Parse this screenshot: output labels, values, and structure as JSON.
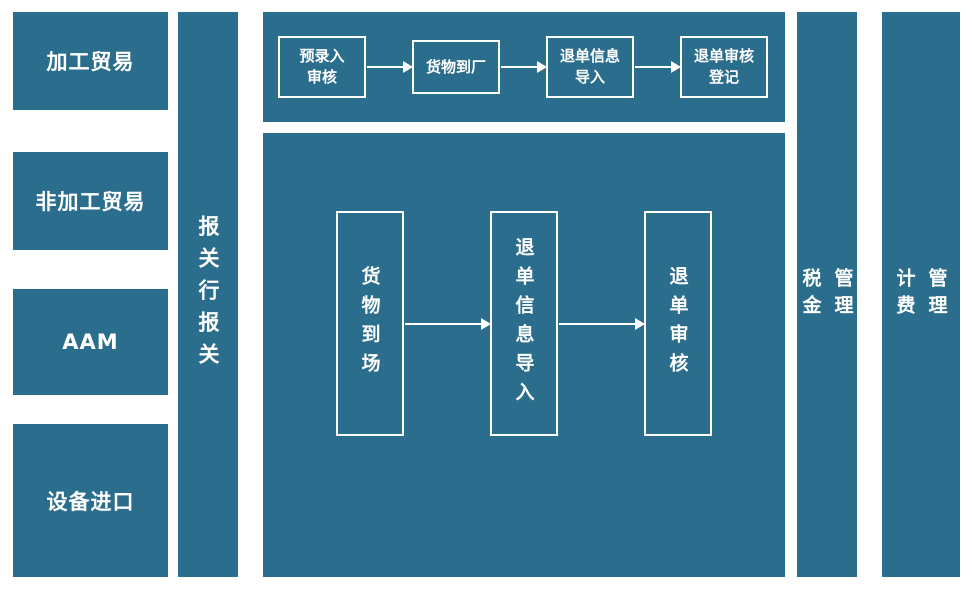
{
  "colors": {
    "panel": "#2b6d8c",
    "text": "#ffffff",
    "background": "#ffffff"
  },
  "sidebar": {
    "items": [
      {
        "label": "加工贸易"
      },
      {
        "label": "非加工贸易"
      },
      {
        "label": "AAM"
      },
      {
        "label": "设备进口"
      }
    ]
  },
  "broker_column": {
    "label": "报关行报关"
  },
  "top_flow": {
    "steps": [
      {
        "line1": "预录入",
        "line2": "审核"
      },
      {
        "line1": "货物到厂"
      },
      {
        "line1": "退单信息",
        "line2": "导入"
      },
      {
        "line1": "退单审核",
        "line2": "登记"
      }
    ]
  },
  "main_flow": {
    "steps": [
      {
        "label": "货物到场"
      },
      {
        "label": "退单信息导入"
      },
      {
        "label": "退单审核"
      }
    ]
  },
  "right_columns": [
    {
      "line1": "税金",
      "line2": "管理"
    },
    {
      "line1": "计费",
      "line2": "管理"
    }
  ]
}
